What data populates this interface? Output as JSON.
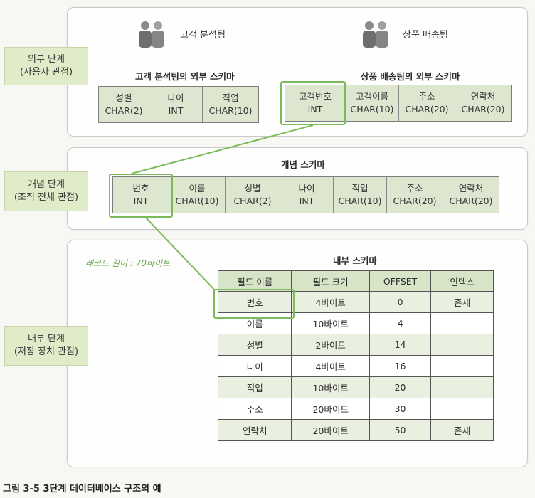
{
  "external": {
    "level_label": [
      "외부 단계",
      "(사용자 관점)"
    ],
    "teams": [
      {
        "name": "고객 분석팀",
        "schema_title": "고객 분석팀의 외부 스키마",
        "fields": [
          [
            "성별",
            "CHAR(2)"
          ],
          [
            "나이",
            "INT"
          ],
          [
            "직업",
            "CHAR(10)"
          ]
        ]
      },
      {
        "name": "상품 배송팀",
        "schema_title": "상품 배송팀의 외부 스키마",
        "fields": [
          [
            "고객번호",
            "INT"
          ],
          [
            "고객이름",
            "CHAR(10)"
          ],
          [
            "주소",
            "CHAR(20)"
          ],
          [
            "연락처",
            "CHAR(20)"
          ]
        ]
      }
    ]
  },
  "conceptual": {
    "level_label": [
      "개념 단계",
      "(조직 전체 관점)"
    ],
    "schema_title": "개념 스키마",
    "fields": [
      [
        "번호",
        "INT"
      ],
      [
        "이름",
        "CHAR(10)"
      ],
      [
        "성별",
        "CHAR(2)"
      ],
      [
        "나이",
        "INT"
      ],
      [
        "직업",
        "CHAR(10)"
      ],
      [
        "주소",
        "CHAR(20)"
      ],
      [
        "연락처",
        "CHAR(20)"
      ]
    ]
  },
  "internal": {
    "level_label": [
      "내부 단계",
      "(저장 장치 관점)"
    ],
    "schema_title": "내부 스키마",
    "record_note": "레코드 길이 : 70바이트",
    "headers": [
      "필드 이름",
      "필드 크기",
      "OFFSET",
      "인덱스"
    ],
    "rows": [
      [
        "번호",
        "4바이트",
        "0",
        "존재"
      ],
      [
        "이름",
        "10바이트",
        "4",
        ""
      ],
      [
        "성별",
        "2바이트",
        "14",
        ""
      ],
      [
        "나이",
        "4바이트",
        "16",
        ""
      ],
      [
        "직업",
        "10바이트",
        "20",
        ""
      ],
      [
        "주소",
        "20바이트",
        "30",
        ""
      ],
      [
        "연락처",
        "20바이트",
        "50",
        "존재"
      ]
    ]
  },
  "figure": {
    "number": "그림 3-5",
    "title": "3단계 데이터베이스 구조의 예"
  },
  "colors": {
    "level_label_bg": "#e0ecc9",
    "cell_bg": "#dde6cf",
    "highlight": "#7cbb5a"
  }
}
